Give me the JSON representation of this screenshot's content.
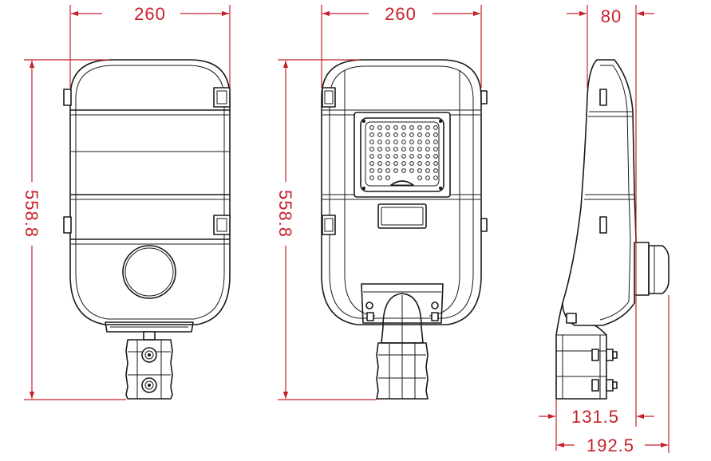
{
  "colors": {
    "dimension": "#c8202a",
    "outline": "#1a1a1a",
    "background": "#ffffff"
  },
  "dimensions": {
    "front_width": "260",
    "front_height": "558.8",
    "back_width": "260",
    "back_height": "558.8",
    "side_depth": "80",
    "side_mount_depth": "131.5",
    "side_total_depth": "192.5"
  }
}
